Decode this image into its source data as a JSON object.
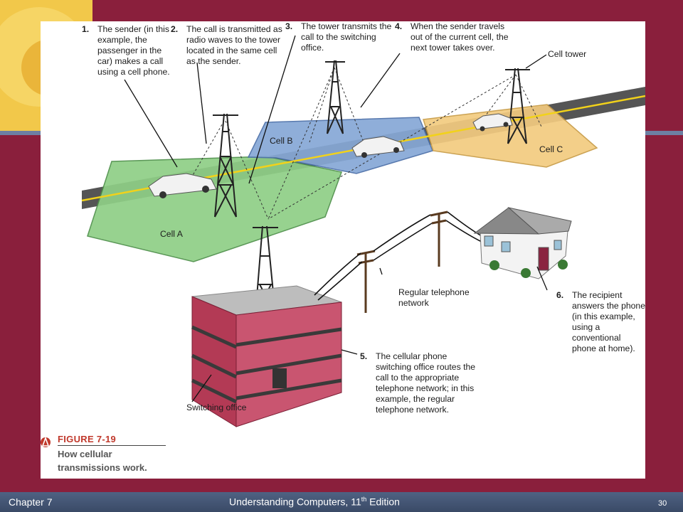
{
  "steps": [
    {
      "num": "1.",
      "text": "The sender (in this example, the passenger in the car) makes a call using a cell phone."
    },
    {
      "num": "2.",
      "text": "The call is transmitted as radio waves to the tower located in the same cell as the sender."
    },
    {
      "num": "3.",
      "text": "The tower transmits the call to the switching office."
    },
    {
      "num": "4.",
      "text": "When the sender travels out of the current cell, the next tower takes over."
    },
    {
      "num": "5.",
      "text": "The cellular phone switching office routes the call to the appropriate telephone network; in this example, the regular telephone network."
    },
    {
      "num": "6.",
      "text": "The recipient answers the phone (in this example, using a conventional phone at home)."
    }
  ],
  "labels": {
    "cell_a": "Cell A",
    "cell_b": "Cell B",
    "cell_c": "Cell C",
    "cell_tower": "Cell tower",
    "regular_network": "Regular telephone network",
    "switching_office": "Switching office"
  },
  "figure": {
    "title": "FIGURE 7-19",
    "caption": "How cellular transmissions work."
  },
  "footer": {
    "chapter": "Chapter 7",
    "book_title_main": "Understanding Computers, 11",
    "book_title_sup": "th",
    "book_title_end": " Edition",
    "page_number": "30"
  },
  "colors": {
    "slide_background": "#8a1f3c",
    "cell_a": "#8fcf86",
    "cell_b": "#86a8d6",
    "cell_c": "#f3cb80",
    "footer_bar": "#45577a"
  }
}
